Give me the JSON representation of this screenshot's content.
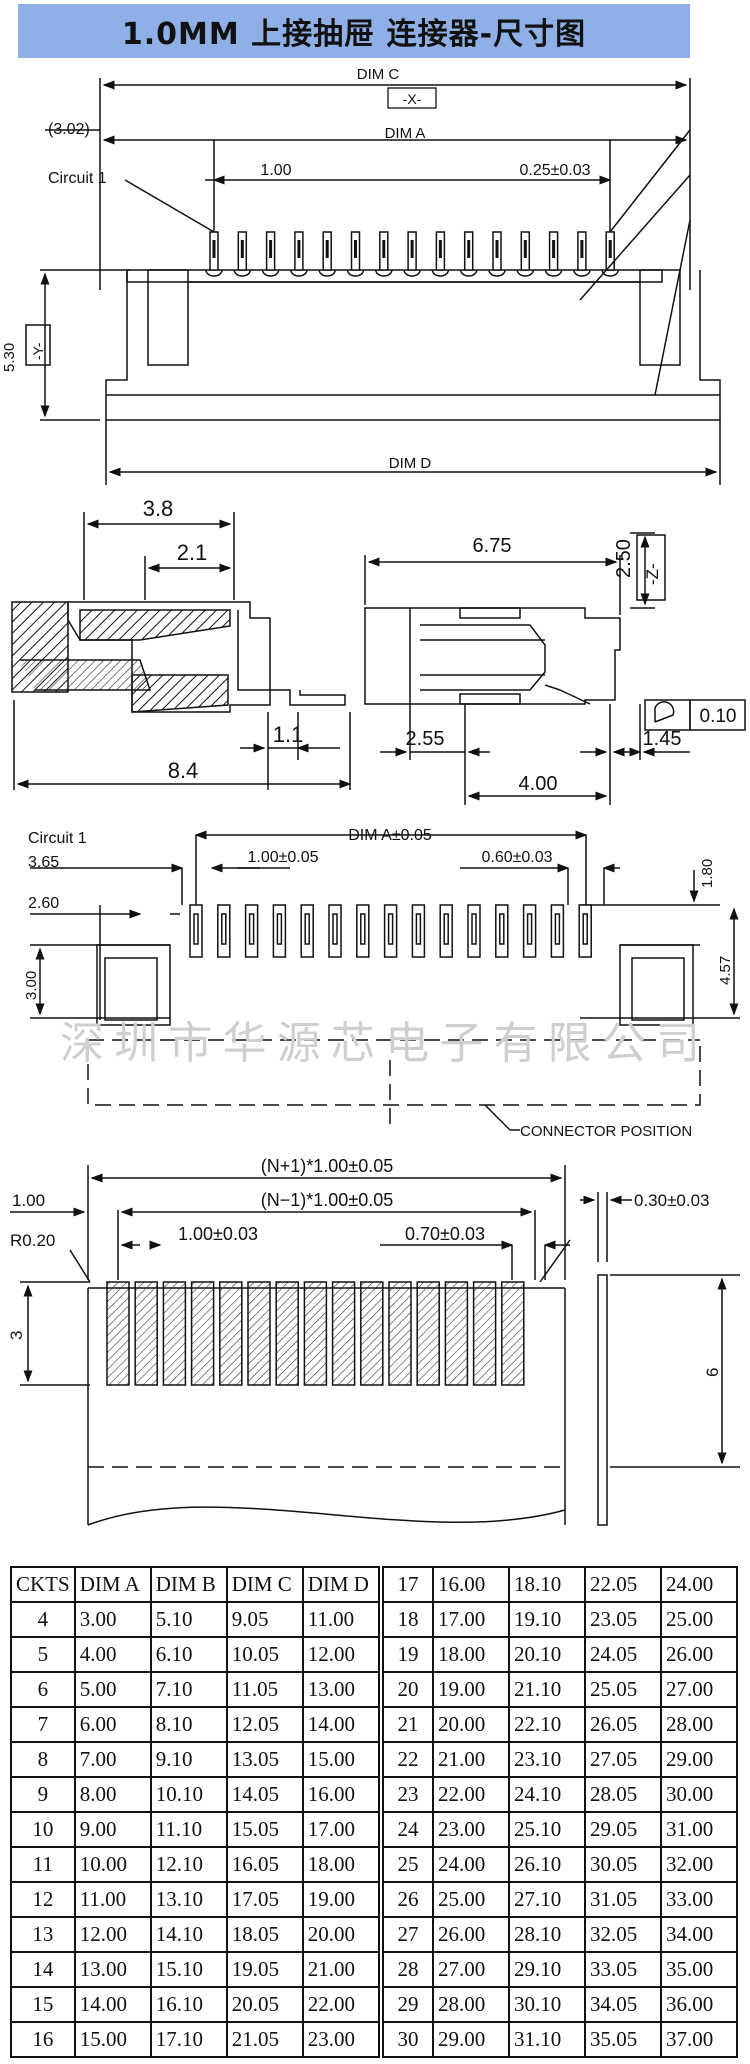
{
  "header": {
    "title": "1.0MM 上接抽屉 连接器-尺寸图"
  },
  "top_view": {
    "dim_c": "DIM C",
    "x_datum": "-X-",
    "offset": "(3.02)",
    "dim_a": "DIM A",
    "circuit": "Circuit 1",
    "pitch": "1.00",
    "pin_width": "0.25±0.03",
    "height": "5.30",
    "y_datum": "-Y-",
    "dim_d": "DIM D"
  },
  "side_view": {
    "d1": "3.8",
    "d2": "2.1",
    "d3": "1.1",
    "d4": "8.4"
  },
  "front_view": {
    "d1": "6.75",
    "d2": "2.50",
    "z_datum": "-Z-",
    "flatness": "0.10",
    "d3": "2.55",
    "d4": "1.45",
    "d5": "4.00"
  },
  "pcb_layout": {
    "circuit": "Circuit 1",
    "dim_a": "DIM A±0.05",
    "d1": "3.65",
    "pitch": "1.00±0.05",
    "pad_width": "0.60±0.03",
    "d2": "1.80",
    "d3": "2.60",
    "d4": "3.00",
    "d5": "4.57",
    "watermark": "深圳市华源芯电子有限公司",
    "connector_position": "CONNECTOR POSITION"
  },
  "fpc_view": {
    "total": "(N+1)*1.00±0.05",
    "inner": "(N−1)*1.00±0.05",
    "edge": "1.00",
    "radius": "R0.20",
    "pitch": "1.00±0.03",
    "finger": "0.70±0.03",
    "thickness": "0.30±0.03",
    "d_left": "3",
    "d_right": "6"
  },
  "table": {
    "headers": [
      "CKTS",
      "DIM A",
      "DIM B",
      "DIM C",
      "DIM D"
    ],
    "rows_left": [
      [
        "4",
        "3.00",
        "5.10",
        "9.05",
        "11.00"
      ],
      [
        "5",
        "4.00",
        "6.10",
        "10.05",
        "12.00"
      ],
      [
        "6",
        "5.00",
        "7.10",
        "11.05",
        "13.00"
      ],
      [
        "7",
        "6.00",
        "8.10",
        "12.05",
        "14.00"
      ],
      [
        "8",
        "7.00",
        "9.10",
        "13.05",
        "15.00"
      ],
      [
        "9",
        "8.00",
        "10.10",
        "14.05",
        "16.00"
      ],
      [
        "10",
        "9.00",
        "11.10",
        "15.05",
        "17.00"
      ],
      [
        "11",
        "10.00",
        "12.10",
        "16.05",
        "18.00"
      ],
      [
        "12",
        "11.00",
        "13.10",
        "17.05",
        "19.00"
      ],
      [
        "13",
        "12.00",
        "14.10",
        "18.05",
        "20.00"
      ],
      [
        "14",
        "13.00",
        "15.10",
        "19.05",
        "21.00"
      ],
      [
        "15",
        "14.00",
        "16.10",
        "20.05",
        "22.00"
      ],
      [
        "16",
        "15.00",
        "17.10",
        "21.05",
        "23.00"
      ]
    ],
    "rows_right": [
      [
        "17",
        "16.00",
        "18.10",
        "22.05",
        "24.00"
      ],
      [
        "18",
        "17.00",
        "19.10",
        "23.05",
        "25.00"
      ],
      [
        "19",
        "18.00",
        "20.10",
        "24.05",
        "26.00"
      ],
      [
        "20",
        "19.00",
        "21.10",
        "25.05",
        "27.00"
      ],
      [
        "21",
        "20.00",
        "22.10",
        "26.05",
        "28.00"
      ],
      [
        "22",
        "21.00",
        "23.10",
        "27.05",
        "29.00"
      ],
      [
        "23",
        "22.00",
        "24.10",
        "28.05",
        "30.00"
      ],
      [
        "24",
        "23.00",
        "25.10",
        "29.05",
        "31.00"
      ],
      [
        "25",
        "24.00",
        "26.10",
        "30.05",
        "32.00"
      ],
      [
        "26",
        "25.00",
        "27.10",
        "31.05",
        "33.00"
      ],
      [
        "27",
        "26.00",
        "28.10",
        "32.05",
        "34.00"
      ],
      [
        "28",
        "27.00",
        "29.10",
        "33.05",
        "35.00"
      ],
      [
        "29",
        "28.00",
        "30.10",
        "34.05",
        "36.00"
      ],
      [
        "30",
        "29.00",
        "31.10",
        "35.05",
        "37.00"
      ]
    ]
  }
}
